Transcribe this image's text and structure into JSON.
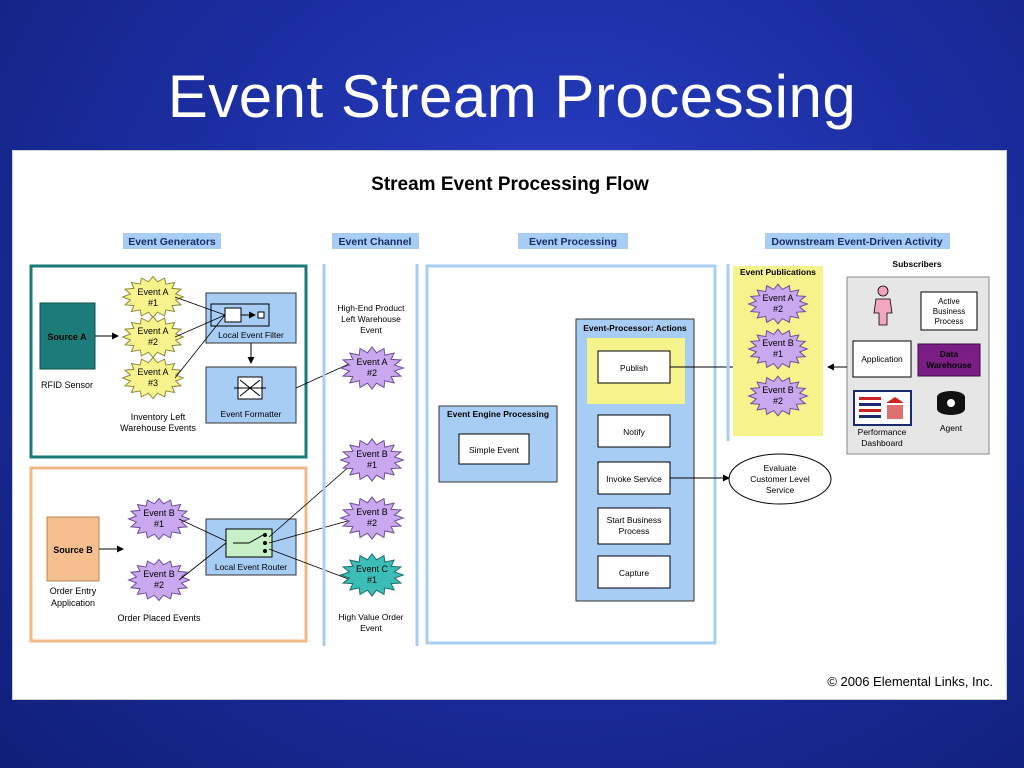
{
  "slide": {
    "title": "Event Stream Processing"
  },
  "diagram": {
    "title": "Stream Event Processing Flow",
    "headers": {
      "generators": "Event Generators",
      "channel": "Event Channel",
      "processing": "Event Processing",
      "downstream": "Downstream Event-Driven Activity"
    },
    "source_a": {
      "label": "Source A",
      "caption": "RFID Sensor"
    },
    "source_b": {
      "label": "Source B",
      "caption_1": "Order Entry",
      "caption_2": "Application"
    },
    "inventory_events": {
      "a1": [
        "Event A",
        "#1"
      ],
      "a2": [
        "Event A",
        "#2"
      ],
      "a3": [
        "Event A",
        "#3"
      ],
      "caption_1": "Inventory Left",
      "caption_2": "Warehouse Events"
    },
    "order_events": {
      "b1": [
        "Event B",
        "#1"
      ],
      "b2": [
        "Event B",
        "#2"
      ],
      "caption": "Order Placed Events"
    },
    "local_event_filter": "Local Event Filter",
    "event_formatter": "Event Formatter",
    "local_event_router": "Local Event Router",
    "channel": {
      "top_caption": [
        "High-End Product",
        "Left Warehouse",
        "Event"
      ],
      "a2": [
        "Event A",
        "#2"
      ],
      "b1": [
        "Event B",
        "#1"
      ],
      "b2": [
        "Event B",
        "#2"
      ],
      "c1": [
        "Event C",
        "#1"
      ],
      "bottom_caption": [
        "High Value Order",
        "Event"
      ]
    },
    "engine": {
      "title": "Event Engine Processing",
      "simple_event": "Simple Event"
    },
    "actions": {
      "title": "Event-Processor: Actions",
      "publish": "Publish",
      "notify": "Notify",
      "invoke": "Invoke Service",
      "start_business": [
        "Start Business",
        "Process"
      ],
      "capture": "Capture"
    },
    "evaluate": [
      "Evaluate",
      "Customer Level",
      "Service"
    ],
    "publications": {
      "title": "Event Publications",
      "a2": [
        "Event A",
        "#2"
      ],
      "b1": [
        "Event B",
        "#1"
      ],
      "b2": [
        "Event B",
        "#2"
      ]
    },
    "subscribers": {
      "title": "Subscribers",
      "active_business": [
        "Active",
        "Business",
        "Process"
      ],
      "application": "Application",
      "data_warehouse": [
        "Data",
        "Warehouse"
      ],
      "performance": [
        "Performance",
        "Dashboard"
      ],
      "agent": "Agent"
    },
    "copyright": "© 2006 Elemental Links, Inc."
  },
  "colors": {
    "event_a": "#f7f38c",
    "event_b": "#c9a8f0",
    "event_c": "#3dbdb7",
    "box_blue": "#a8cdf5",
    "teal_border": "#1a7a78",
    "orange_border": "#f2b987",
    "source_a_fill": "#1b7c7a",
    "source_b_fill": "#f6bf8f"
  }
}
